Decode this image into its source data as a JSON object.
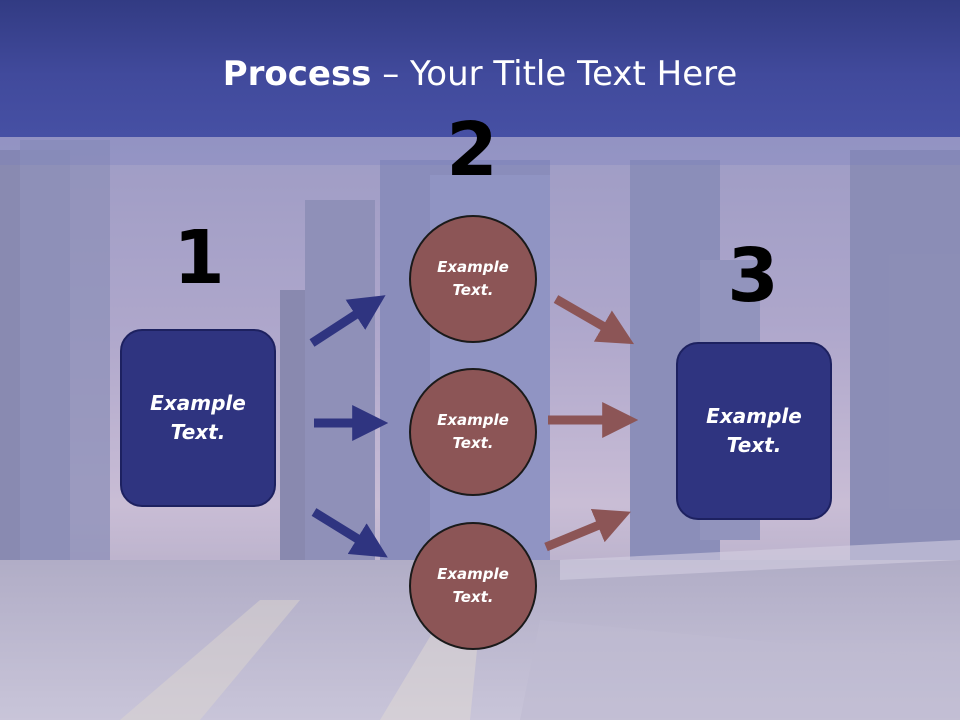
{
  "title": {
    "bold": "Process",
    "rest": " – Your Title Text Here"
  },
  "steps": {
    "one": "1",
    "two": "2",
    "three": "3"
  },
  "left_box": {
    "line1": "Example",
    "line2": "Text."
  },
  "right_box": {
    "line1": "Example",
    "line2": "Text."
  },
  "circles": [
    {
      "line1": "Example",
      "line2": "Text."
    },
    {
      "line1": "Example",
      "line2": "Text."
    },
    {
      "line1": "Example",
      "line2": "Text."
    }
  ],
  "colors": {
    "header": "#414a9c",
    "box_fill": "#2f3480",
    "circle_fill": "#8c5556",
    "arrow_blue": "#2f3480",
    "arrow_red": "#8c5556"
  }
}
